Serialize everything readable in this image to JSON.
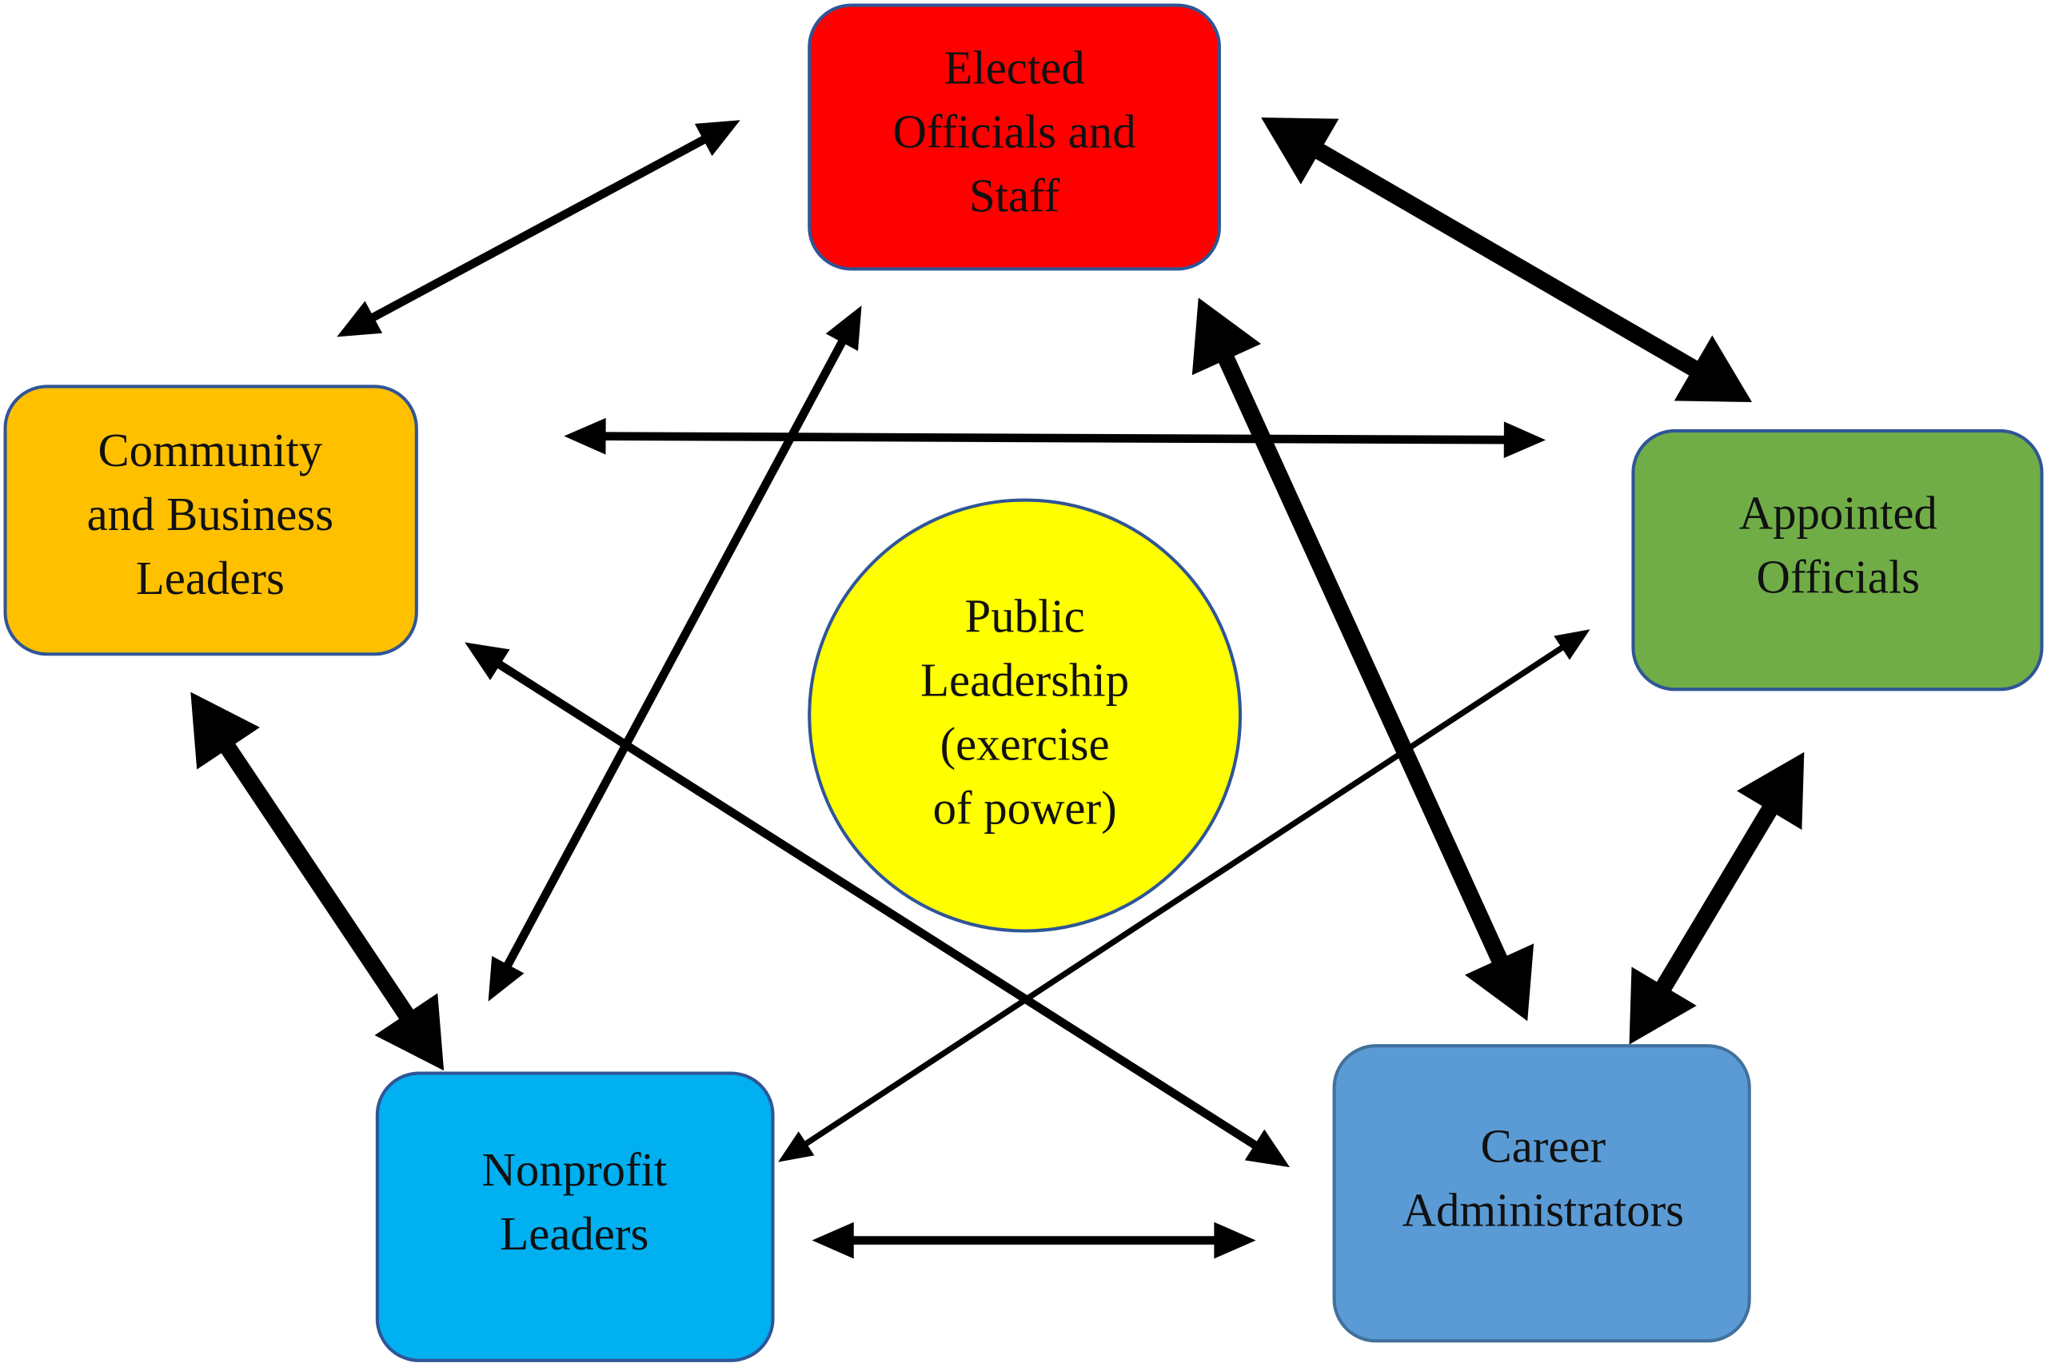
{
  "diagram": {
    "title": "Public Leadership network",
    "center": {
      "id": "public-leadership",
      "lines": [
        "Public",
        "Leadership",
        "(exercise",
        "of power)"
      ],
      "fill": "#FFFF00",
      "stroke": "#2F5597"
    },
    "nodes": [
      {
        "id": "elected",
        "lines": [
          "Elected",
          "Officials and",
          "Staff"
        ],
        "fill": "#FF0000",
        "stroke": "#2F5597"
      },
      {
        "id": "community",
        "lines": [
          "Community",
          "and Business",
          "Leaders"
        ],
        "fill": "#FFC000",
        "stroke": "#2F5597"
      },
      {
        "id": "appointed",
        "lines": [
          "Appointed",
          "Officials"
        ],
        "fill": "#70AD47",
        "stroke": "#2F5597"
      },
      {
        "id": "nonprofit",
        "lines": [
          "Nonprofit",
          "Leaders"
        ],
        "fill": "#00B0F0",
        "stroke": "#2F5597"
      },
      {
        "id": "career",
        "lines": [
          "Career",
          "Administrators"
        ],
        "fill": "#5B9BD5",
        "stroke": "#41719C"
      }
    ],
    "edges": [
      {
        "from": "community",
        "to": "elected",
        "weight": "medium",
        "direction": "both"
      },
      {
        "from": "elected",
        "to": "appointed",
        "weight": "heavy",
        "direction": "both"
      },
      {
        "from": "community",
        "to": "appointed",
        "weight": "medium",
        "direction": "both"
      },
      {
        "from": "elected",
        "to": "nonprofit",
        "weight": "medium",
        "direction": "both"
      },
      {
        "from": "elected",
        "to": "career",
        "weight": "heavy",
        "direction": "both"
      },
      {
        "from": "community",
        "to": "career",
        "weight": "medium",
        "direction": "both"
      },
      {
        "from": "appointed",
        "to": "nonprofit",
        "weight": "light",
        "direction": "both"
      },
      {
        "from": "community",
        "to": "nonprofit",
        "weight": "heavy",
        "direction": "both"
      },
      {
        "from": "appointed",
        "to": "career",
        "weight": "heavy",
        "direction": "both"
      },
      {
        "from": "nonprofit",
        "to": "career",
        "weight": "medium",
        "direction": "both"
      }
    ],
    "arrow_color": "#000000"
  }
}
